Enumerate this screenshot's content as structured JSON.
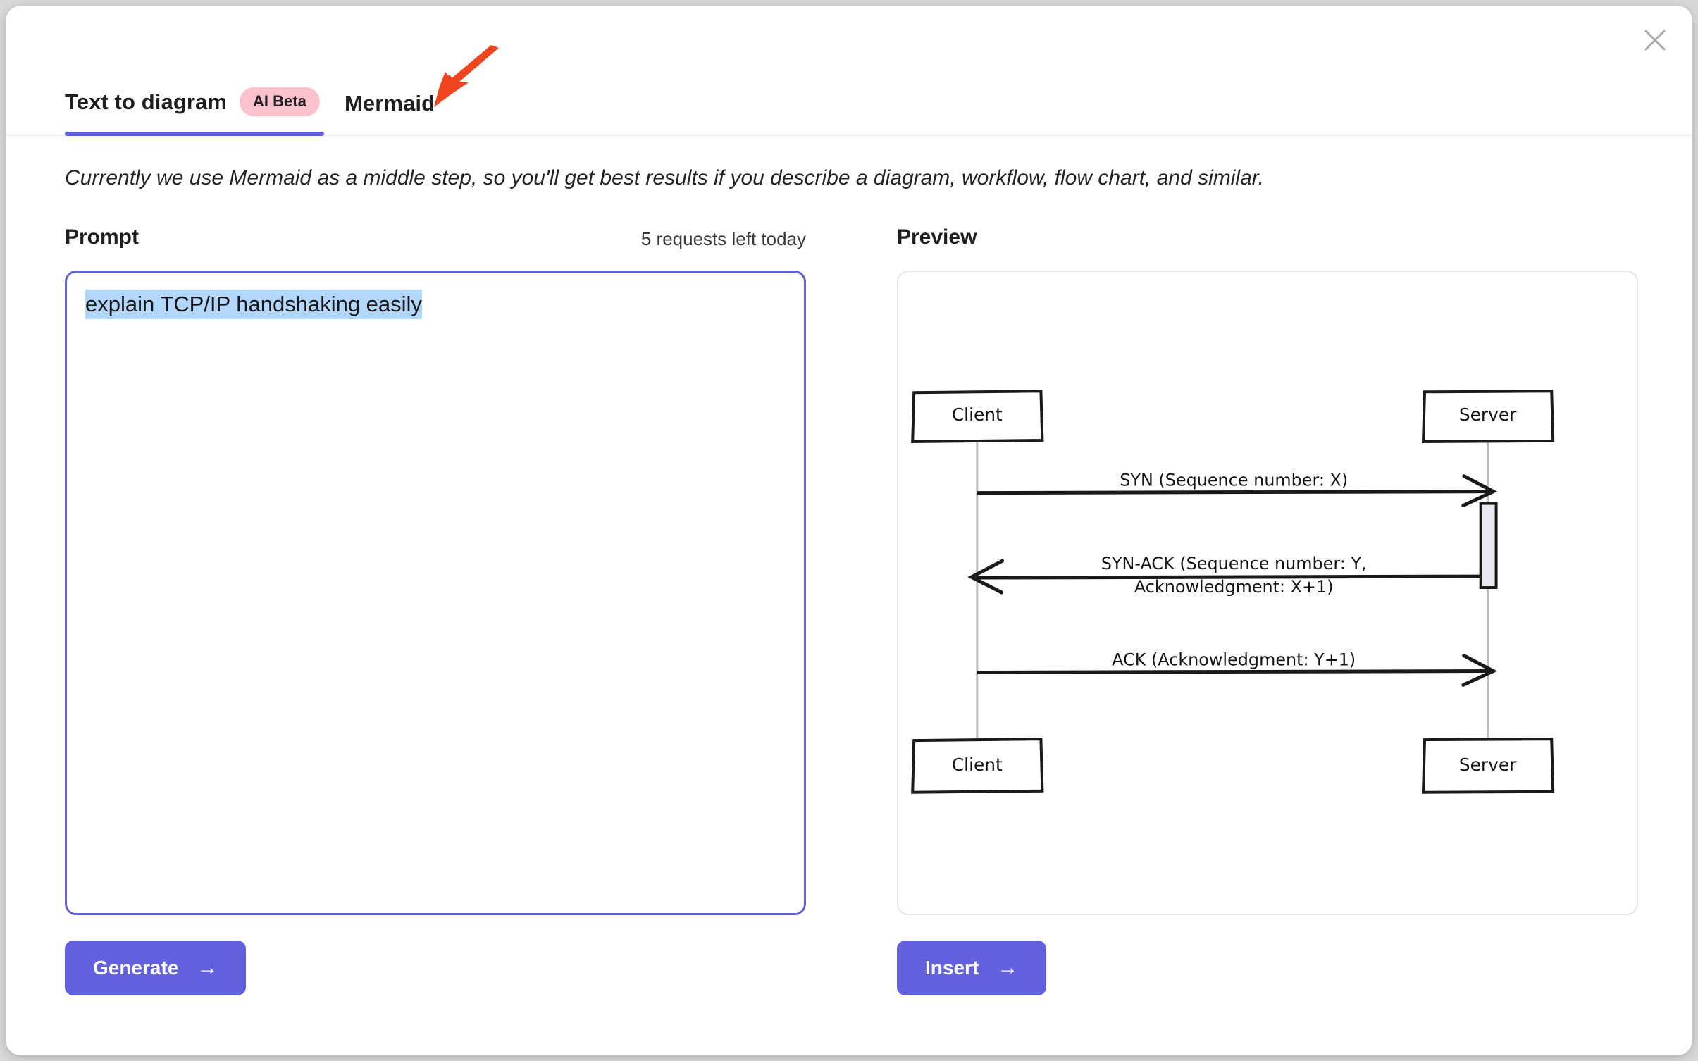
{
  "dialog": {
    "close_icon": "close-icon"
  },
  "tabs": [
    {
      "label": "Text to diagram",
      "badge": "AI Beta",
      "active": true
    },
    {
      "label": "Mermaid",
      "badge": "",
      "active": false
    }
  ],
  "helper_text": "Currently we use Mermaid as a middle step, so you'll get best results if you describe a diagram, workflow, flow chart, and similar.",
  "annotation": {
    "type": "arrow",
    "color": "#f0441f",
    "points_at": "Mermaid"
  },
  "prompt": {
    "title": "Prompt",
    "quota": "5 requests left today",
    "value": "explain TCP/IP handshaking easily",
    "placeholder": "",
    "selected": true
  },
  "preview": {
    "title": "Preview"
  },
  "buttons": {
    "generate": "Generate",
    "insert": "Insert",
    "arrow_glyph": "→"
  },
  "colors": {
    "accent": "#6260dd",
    "badge_bg": "#fbc2ce",
    "annotation": "#f0441f",
    "selection": "#b3d7fb"
  },
  "diagram": {
    "type": "sequence",
    "style": "hand-drawn",
    "participants": [
      "Client",
      "Server"
    ],
    "messages": [
      {
        "from": "Client",
        "to": "Server",
        "label": "SYN (Sequence number: X)",
        "direction": "right"
      },
      {
        "from": "Server",
        "to": "Client",
        "label": "SYN-ACK (Sequence number: Y,\nAcknowledgment: X+1)",
        "direction": "left"
      },
      {
        "from": "Client",
        "to": "Server",
        "label": "ACK (Acknowledgment: Y+1)",
        "direction": "right"
      }
    ],
    "labels": {
      "client_top": "Client",
      "server_top": "Server",
      "client_bottom": "Client",
      "server_bottom": "Server",
      "msg1": "SYN (Sequence number: X)",
      "msg2_line1": "SYN-ACK (Sequence number: Y,",
      "msg2_line2": "Acknowledgment: X+1)",
      "msg3": "ACK (Acknowledgment: Y+1)"
    }
  }
}
